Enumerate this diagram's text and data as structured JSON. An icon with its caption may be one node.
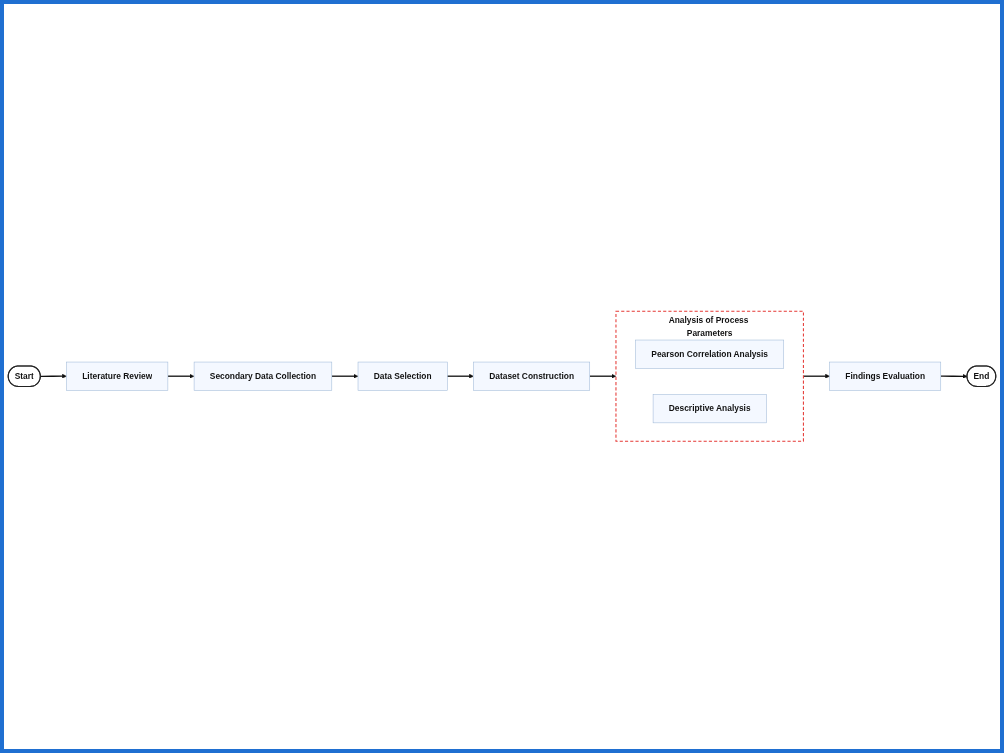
{
  "diagram": {
    "nodes": [
      {
        "text": [
          "Start"
        ]
      },
      {
        "text": [
          "Literature Review"
        ]
      },
      {
        "text": [
          "Secondary Data Collection"
        ]
      },
      {
        "text": [
          "Data Selection"
        ]
      },
      {
        "text": [
          "Dataset Construction"
        ]
      },
      {
        "text": [
          "Analysis of Process Parameters"
        ]
      },
      {
        "text": [
          "Pearson Correlation Analysis"
        ],
        "in": 5
      },
      {
        "text": [
          "Descriptive Analysis"
        ],
        "in": 5
      },
      {
        "text": [
          "Findings Evaluation"
        ]
      },
      {
        "text": [
          "End"
        ]
      }
    ],
    "edges": [
      {
        "from": 0,
        "to": 1,
        "arrow": "to"
      },
      {
        "from": 1,
        "to": 2,
        "arrow": "to"
      },
      {
        "from": 2,
        "to": 3,
        "arrow": "to"
      },
      {
        "from": 3,
        "to": 4,
        "arrow": "to"
      },
      {
        "from": 4,
        "to": 5,
        "arrow": "to"
      },
      {
        "from": 5,
        "to": 8,
        "arrow": "to"
      },
      {
        "from": 8,
        "to": 9,
        "arrow": "to"
      }
    ]
  }
}
